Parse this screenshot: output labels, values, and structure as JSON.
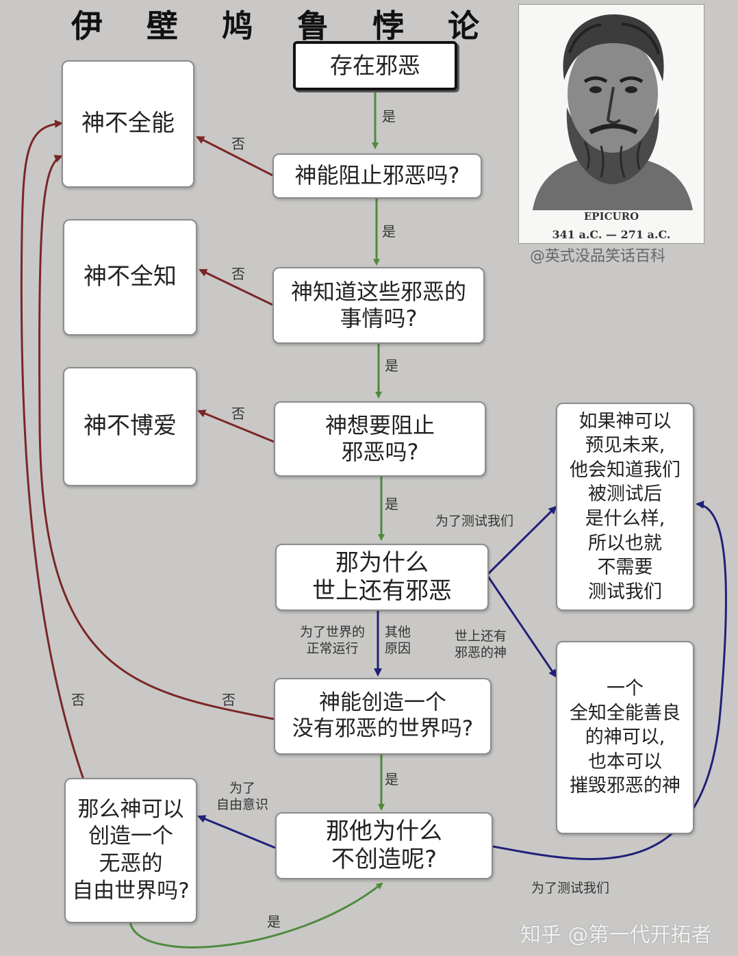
{
  "title": "伊 壁 鸠 鲁 悖 论",
  "nodes": {
    "start": "存在邪恶",
    "q_can_prevent": "神能阻止邪恶吗?",
    "q_knows": "神知道这些邪恶的\n事情吗?",
    "q_wants": "神想要阻止\n邪恶吗?",
    "q_why_evil": "那为什么\n世上还有邪恶",
    "q_create_world": "神能创造一个\n没有邪恶的世界吗?",
    "q_why_not": "那他为什么\n不创造呢?",
    "q_free_world": "那么神可以\n创造一个\n无恶的\n自由世界吗?",
    "r_not_omnipotent": "神不全能",
    "r_not_omniscient": "神不全知",
    "r_not_benevolent": "神不博爱",
    "note_foresee": "如果神可以\n预见未来,\n他会知道我们\n被测试后\n是什么样,\n所以也就\n不需要\n测试我们",
    "note_destroy": "一个\n全知全能善良\n的神可以,\n也本可以\n摧毁邪恶的神"
  },
  "edge_labels": {
    "yes": "是",
    "no": "否",
    "to_test_us": "为了测试我们",
    "for_world_operation": "为了世界的\n正常运行",
    "other_reasons": "其他\n原因",
    "evil_god": "世上还有\n邪恶的神",
    "for_free_will": "为了\n自由意识"
  },
  "portrait": {
    "name": "EPICURO",
    "dates": "341 a.C. — 271 a.C."
  },
  "credits": {
    "top": "@英式没品笑话百科",
    "bottom": "知乎 @第一代开拓者"
  },
  "colors": {
    "yes_arrow": "#4f8a3c",
    "no_arrow": "#7a2626",
    "reason_arrow": "#202078",
    "background": "#c9c8c6"
  }
}
